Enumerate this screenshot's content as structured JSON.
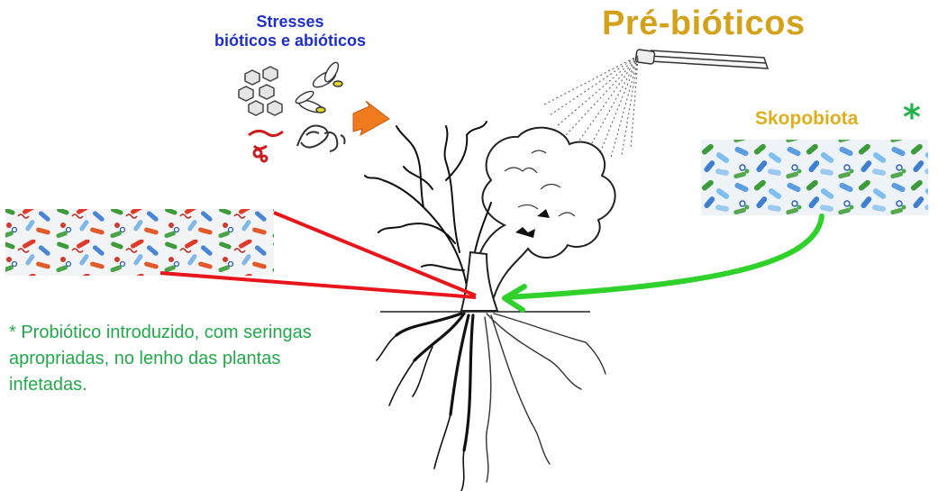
{
  "stresses": {
    "line1": "Stresses",
    "line2": "bióticos e abióticos"
  },
  "prebioticos": {
    "label": "Pré-bióticos"
  },
  "skopobiota": {
    "label": "Skopobiota",
    "star": "*"
  },
  "footnote": {
    "text": "* Probiótico introduzido, com seringas apropriadas, no lenho das plantas infetadas."
  },
  "colors": {
    "stresses_text": "#1e2fc8",
    "prebioticos_text": "#d4a21a",
    "skopobiota_text": "#dfae1e",
    "star": "#1fb34a",
    "footnote_text": "#22a84a",
    "red_arrow": "#e8161b",
    "green_arrow": "#2fd12a",
    "orange_arrow": "#f07a1e"
  }
}
